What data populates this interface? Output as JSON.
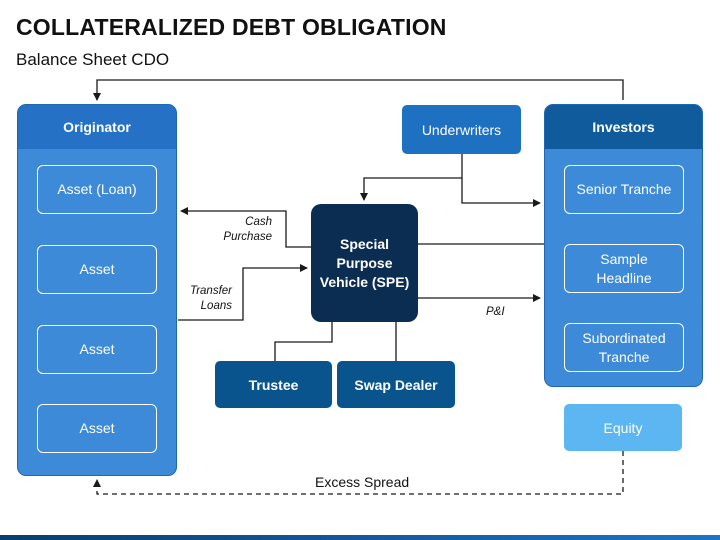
{
  "title": "COLLATERALIZED DEBT OBLIGATION",
  "subtitle": "Balance Sheet CDO",
  "originator": {
    "header": "Originator",
    "assets": [
      "Asset (Loan)",
      "Asset",
      "Asset",
      "Asset"
    ]
  },
  "investors": {
    "header": "Investors",
    "tranches": [
      "Senior Tranche",
      "Sample Headline",
      "Subordinated Tranche"
    ]
  },
  "underwriters": "Underwriters",
  "spe": "Special Purpose Vehicle (SPE)",
  "trustee": "Trustee",
  "swap_dealer": "Swap Dealer",
  "equity": "Equity",
  "labels": {
    "cash_purchase": "Cash Purchase",
    "transfer_loans": "Transfer Loans",
    "p_and_i": "P&I",
    "excess_spread": "Excess Spread"
  },
  "colors": {
    "panel": "#3c8ad8",
    "originator_header": "#2471c6",
    "investors_header": "#0f5b9c",
    "spe": "#0b2d52",
    "dark_box": "#0a548e",
    "equity": "#5bb6f1",
    "line": "#1a1a1a"
  }
}
